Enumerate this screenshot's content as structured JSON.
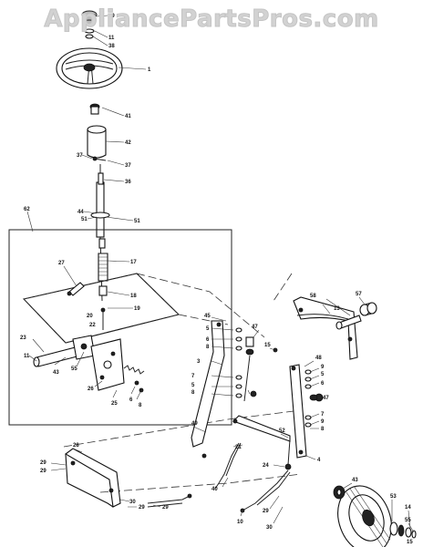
{
  "watermark": {
    "text": "AppliancePartsPros.com"
  },
  "callouts": {
    "c39": "39",
    "c11a": "11",
    "c38": "38",
    "c1": "1",
    "c41": "41",
    "c42": "42",
    "c37a": "37",
    "c37b": "37",
    "c36": "36",
    "c62": "62",
    "c44": "44",
    "c51a": "51",
    "c51b": "51",
    "c27": "27",
    "c17": "17",
    "c18": "18",
    "c19": "19",
    "c20": "20",
    "c22": "22",
    "c23": "23",
    "c11b": "11",
    "c43a": "43",
    "c55a": "55",
    "c25": "25",
    "c26": "26",
    "c6a": "6",
    "c8a": "8",
    "c45": "45",
    "c5a": "5",
    "c6b": "6",
    "c8b": "8",
    "c3": "3",
    "c47a": "47",
    "c7a": "7",
    "c5b": "5",
    "c8c": "8",
    "c15a": "15",
    "c58": "58",
    "c13": "13",
    "c57": "57",
    "c48": "48",
    "c9a": "9",
    "c5c": "5",
    "c6c": "6",
    "c47b": "47",
    "c7b": "7",
    "c9b": "9",
    "c8d": "8",
    "c52": "52",
    "c4": "4",
    "c49": "49",
    "c24": "24",
    "c28": "28",
    "c29a": "29",
    "c29b": "29",
    "c30a": "30",
    "c29c": "29",
    "c29d": "29",
    "c40": "40",
    "c21": "21",
    "c10": "10",
    "c29e": "29",
    "c30b": "30",
    "c43b": "43",
    "c53": "53",
    "c14": "14",
    "c55b": "55",
    "c15b": "15"
  }
}
